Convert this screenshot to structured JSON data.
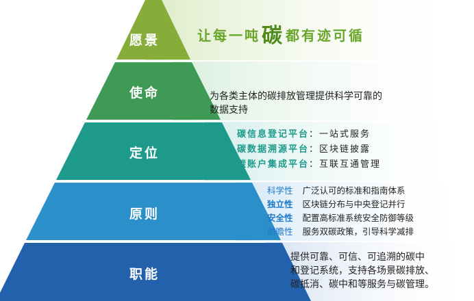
{
  "colors": {
    "tier1": "#86ad3a",
    "tier2": "#3f9a55",
    "tier3": "#1e9a8c",
    "tier4": "#2b8fca",
    "tier5": "#2461ad",
    "platform_key": "#1d9a8c",
    "principle_key": "#1e78c8"
  },
  "tiers": [
    {
      "label": "愿景"
    },
    {
      "label": "使命"
    },
    {
      "label": "定位"
    },
    {
      "label": "原则"
    },
    {
      "label": "职能"
    }
  ],
  "vision": {
    "pre": "让每一吨",
    "big": "碳",
    "post": "都有迹可循"
  },
  "mission": {
    "line1": "为各类主体的碳排放管理提供科学可靠的",
    "line2": "数据支持"
  },
  "positioning": [
    {
      "key": "碳信息登记平台",
      "value": "：一站式服务"
    },
    {
      "key": "碳数据溯源平台",
      "value": "：区块链披露"
    },
    {
      "key": "碳账户集成平台",
      "value": "：互联互通管理"
    }
  ],
  "principles": [
    {
      "key": "科学性",
      "value": "广泛认可的标准和指南体系"
    },
    {
      "key": "独立性",
      "value": "区块链分布与中央登记并行"
    },
    {
      "key": "安全性",
      "value": "配置高标准系统安全防御等级"
    },
    {
      "key": "前瞻性",
      "value": "服务双碳政策，引导科学减排"
    }
  ],
  "functions": {
    "line1": "提供可靠、可信、可追溯的碳中",
    "line2": "和登记系统，支持各场景碳排放、",
    "line3": "碳抵消、碳中和等服务与碳管理。"
  }
}
